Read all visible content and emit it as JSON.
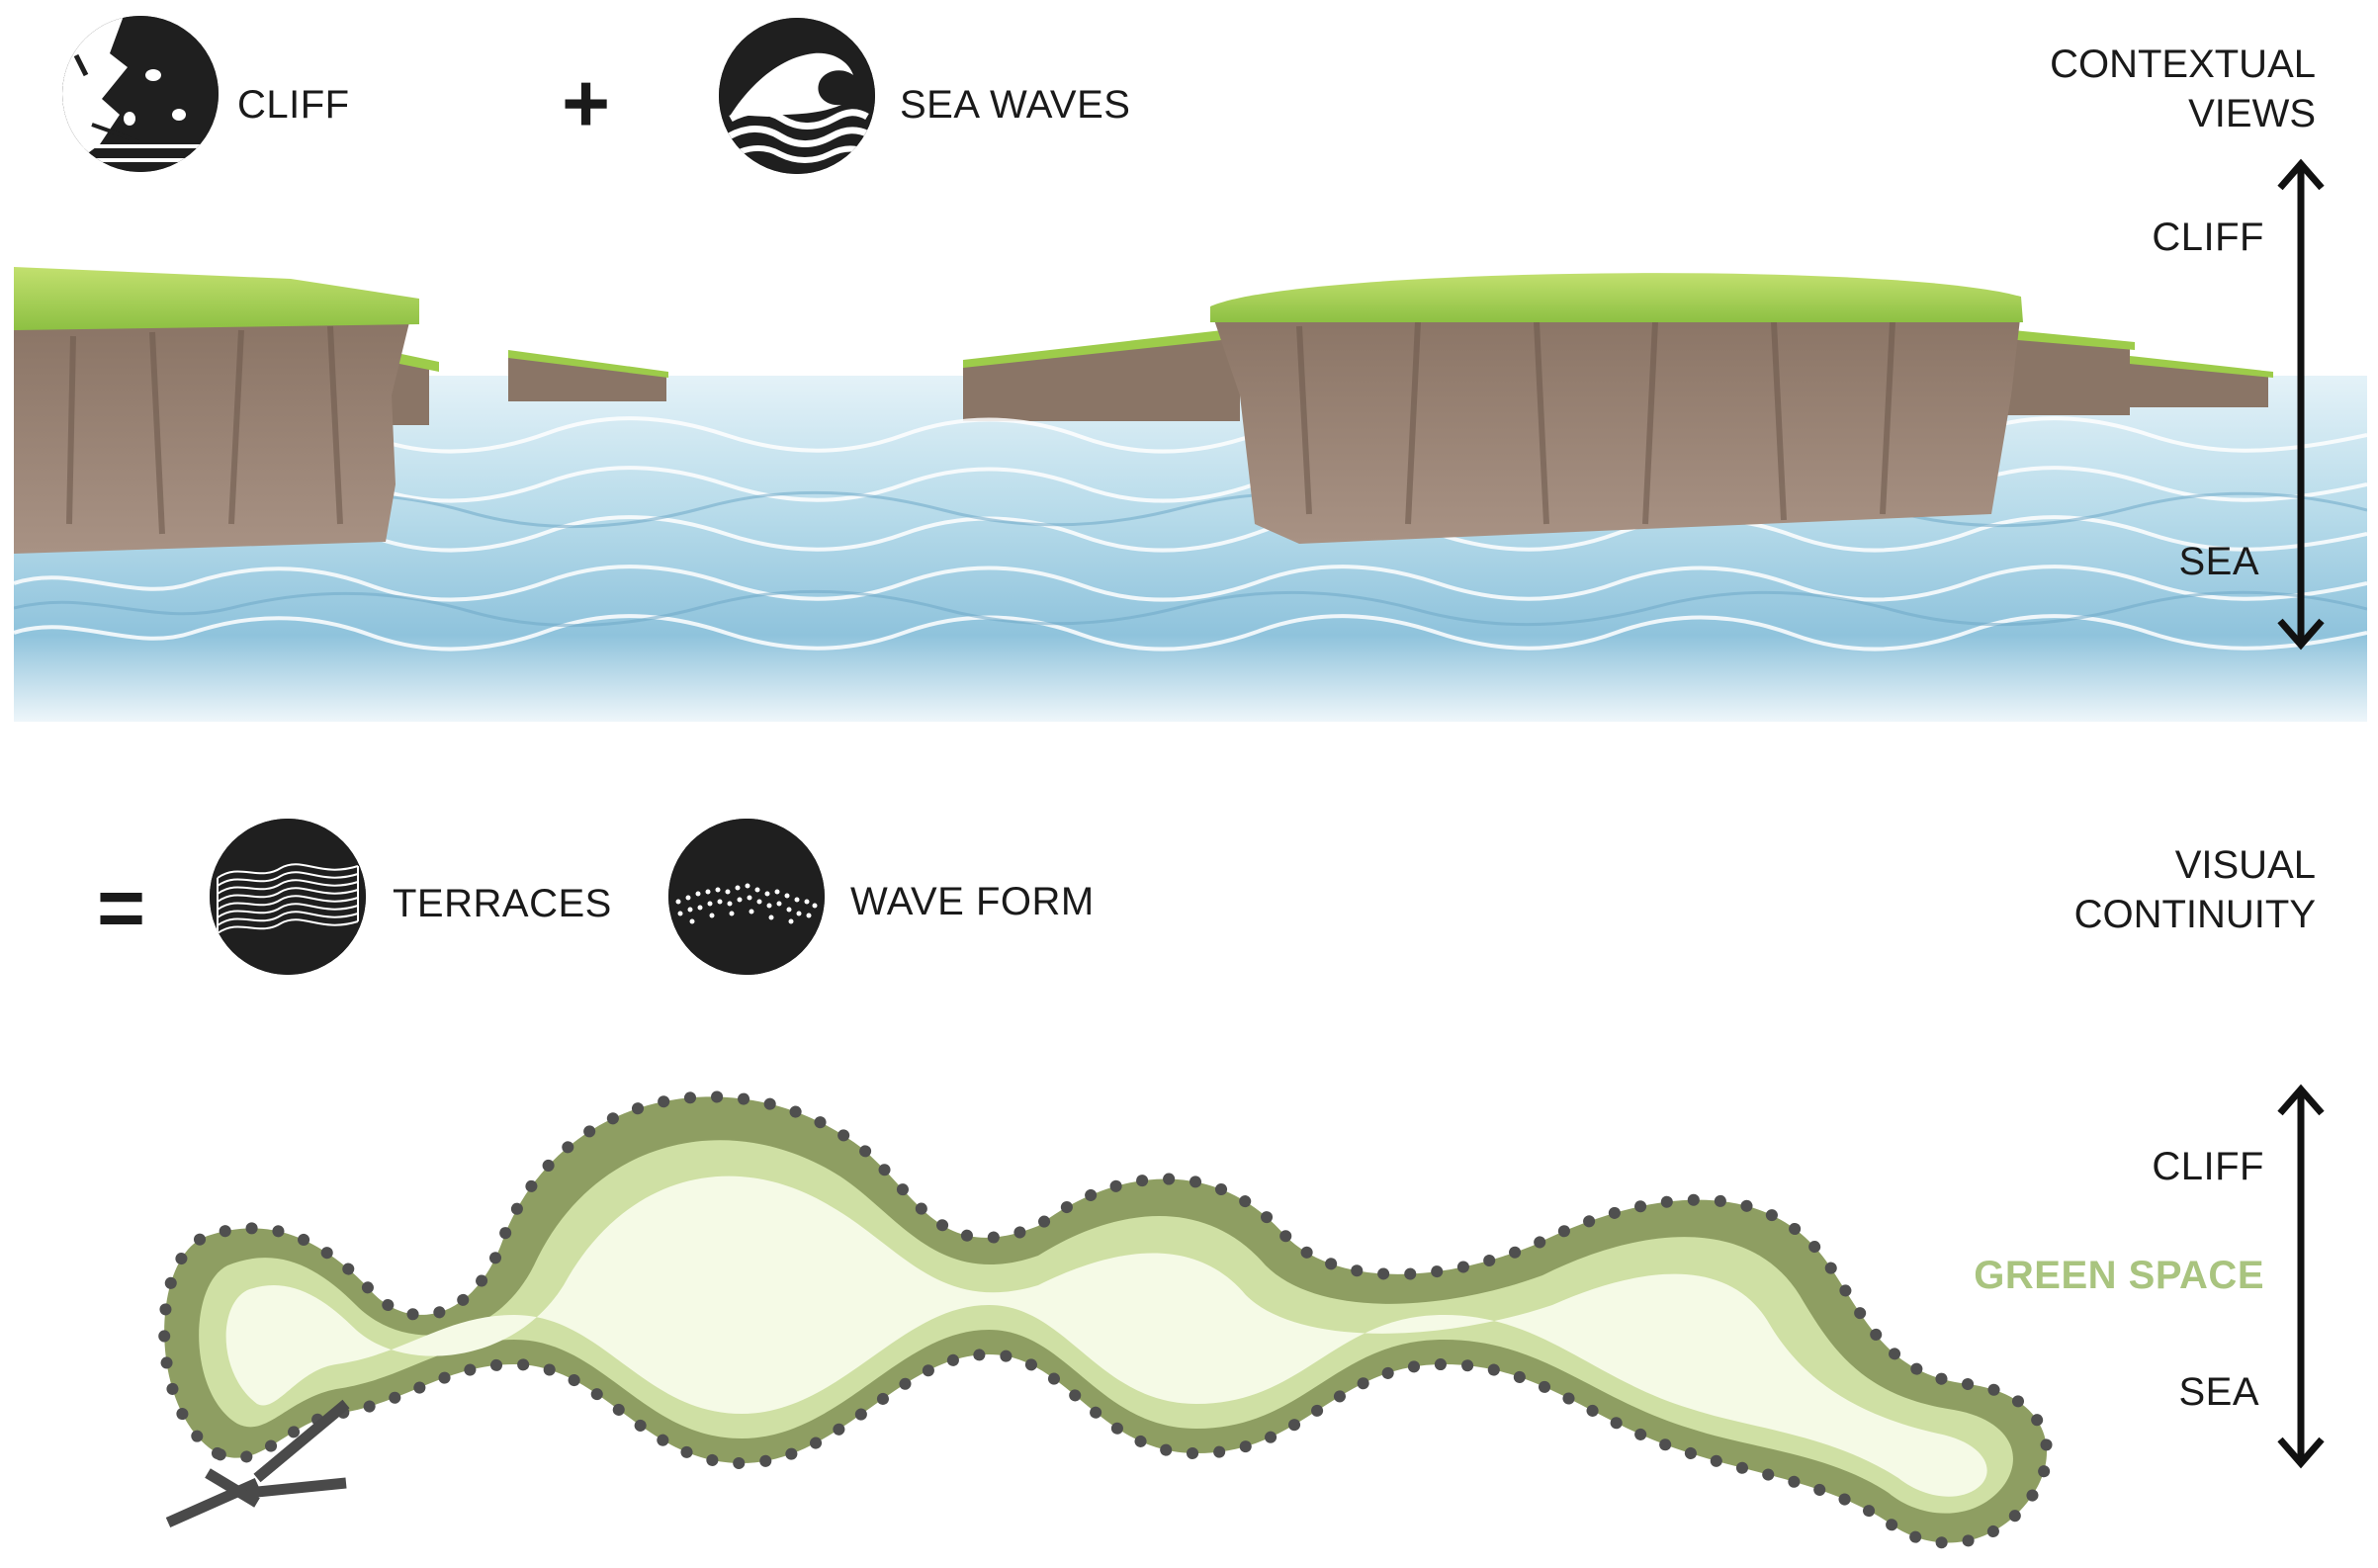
{
  "top_row": {
    "cliff_label": "CLIFF",
    "plus": "+",
    "sea_waves_label": "SEA WAVES",
    "contextual_views": [
      "CONTEXTUAL",
      "VIEWS"
    ]
  },
  "scene_axis": {
    "top": "CLIFF",
    "bottom": "SEA"
  },
  "bottom_row": {
    "equals": "=",
    "terraces_label": "TERRACES",
    "wave_form_label": "WAVE FORM",
    "visual_continuity": [
      "VISUAL",
      "CONTINUITY"
    ]
  },
  "plan_axis": {
    "top": "CLIFF",
    "middle": "GREEN SPACE",
    "bottom": "SEA"
  },
  "colors": {
    "icon_fill": "#1f1f1f",
    "grass": "#9dcc4a",
    "rock": "#9b8575",
    "sea": "#8fc3dc",
    "plan_outer": "#8e9e62",
    "plan_mid": "#cfe0a4",
    "plan_inner": "#f5fae6",
    "plan_dots": "#4f4f4f",
    "green_label": "#a9c47f"
  },
  "icons": {
    "cliff": "cliff-icon",
    "sea_waves": "sea-waves-icon",
    "terraces": "terraces-icon",
    "wave_form": "wave-form-icon"
  }
}
